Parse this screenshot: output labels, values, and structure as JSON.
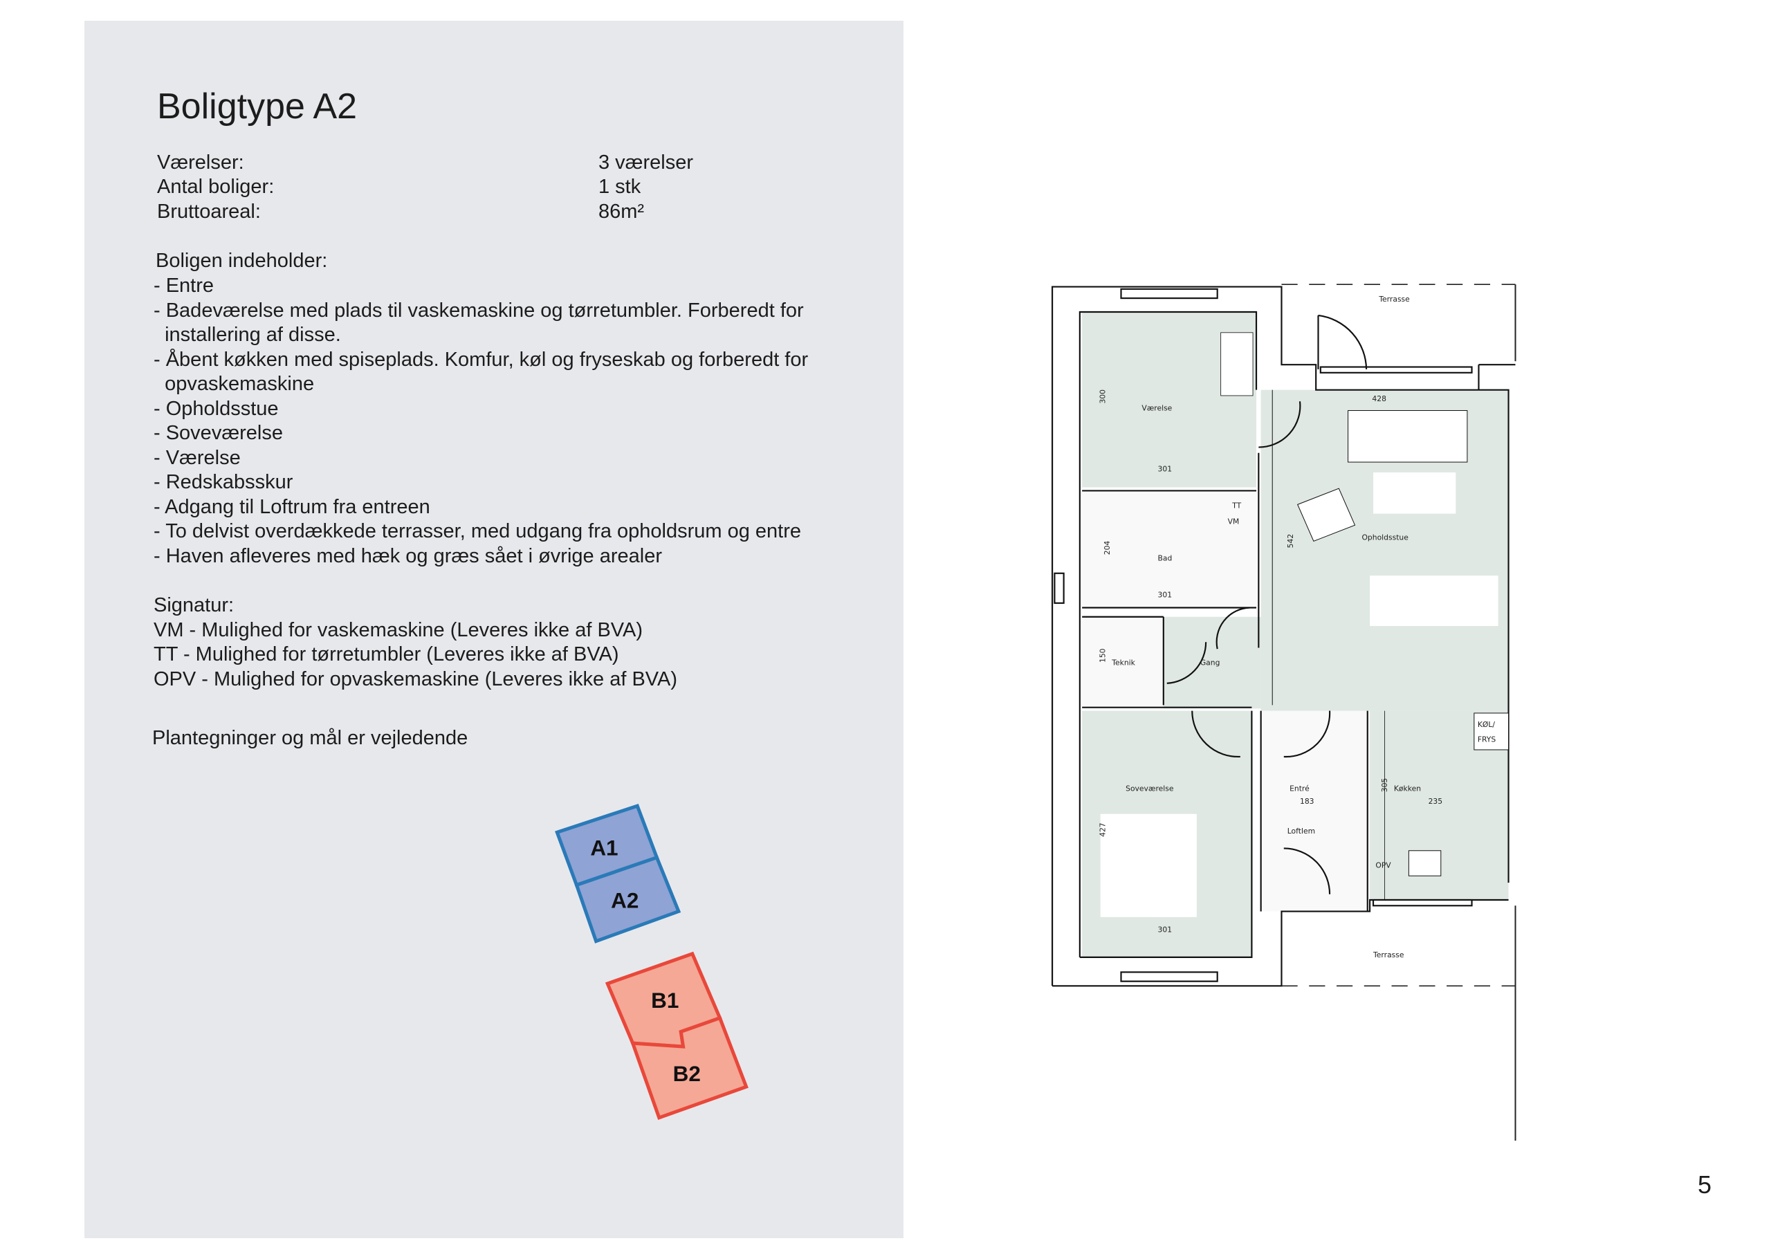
{
  "title": "Boligtype A2",
  "facts": [
    {
      "label": "Værelser:",
      "value": "3 værelser"
    },
    {
      "label": "Antal boliger:",
      "value": "1 stk"
    },
    {
      "label": "Bruttoareal:",
      "value": "86m²"
    }
  ],
  "contents_heading": "Boligen indeholder:",
  "contents": [
    "- Entre",
    "- Badeværelse med plads til vaskemaskine og tørretumbler. Forberedt for",
    "  installering af disse.",
    "- Åbent køkken med spiseplads. Komfur, køl og fryseskab og forberedt for",
    "  opvaskemaskine",
    "- Opholdsstue",
    "- Soveværelse",
    "- Værelse",
    "- Redskabsskur",
    "- Adgang til Loftrum fra entreen",
    "- To delvist overdækkede terrasser, med udgang fra opholdsrum og entre",
    "- Haven afleveres med hæk og græs sået i øvrige arealer"
  ],
  "signatur_heading": "Signatur:",
  "signatur": [
    "VM - Mulighed for vaskemaskine (Leveres ikke af BVA)",
    "TT - Mulighed for tørretumbler (Leveres ikke af BVA)",
    "OPV - Mulighed for opvaskemaskine (Leveres ikke af BVA)"
  ],
  "disclaimer": "Plantegninger og mål er vejledende",
  "site_map": {
    "a1": "A1",
    "a2": "A2",
    "b1": "B1",
    "b2": "B2",
    "colors": {
      "a_fill": "#8fa3d4",
      "a_stroke": "#2a7ab8",
      "b_fill": "#f5a896",
      "b_stroke": "#e8483a"
    }
  },
  "plan": {
    "terrace_top": "Terrasse",
    "terrace_bottom": "Terrasse",
    "vaerelse": "Værelse",
    "vaerelse_h": "300",
    "vaerelse_w": "301",
    "bad": "Bad",
    "bad_h": "204",
    "bad_w": "301",
    "tt": "TT",
    "vm": "VM",
    "teknik": "Teknik",
    "teknik_h": "150",
    "gang": "Gang",
    "sove": "Soveværelse",
    "sove_h": "427",
    "sove_w": "301",
    "ophold": "Opholdsstue",
    "ophold_w": "428",
    "ophold_h": "542",
    "entre": "Entré",
    "entre_w": "183",
    "loftlem": "Loftlem",
    "koekken": "Køkken",
    "koekken_w": "235",
    "koekken_h": "305",
    "kol1": "KØL/",
    "kol2": "FRYS",
    "opv": "OPV"
  },
  "page_number": "5"
}
